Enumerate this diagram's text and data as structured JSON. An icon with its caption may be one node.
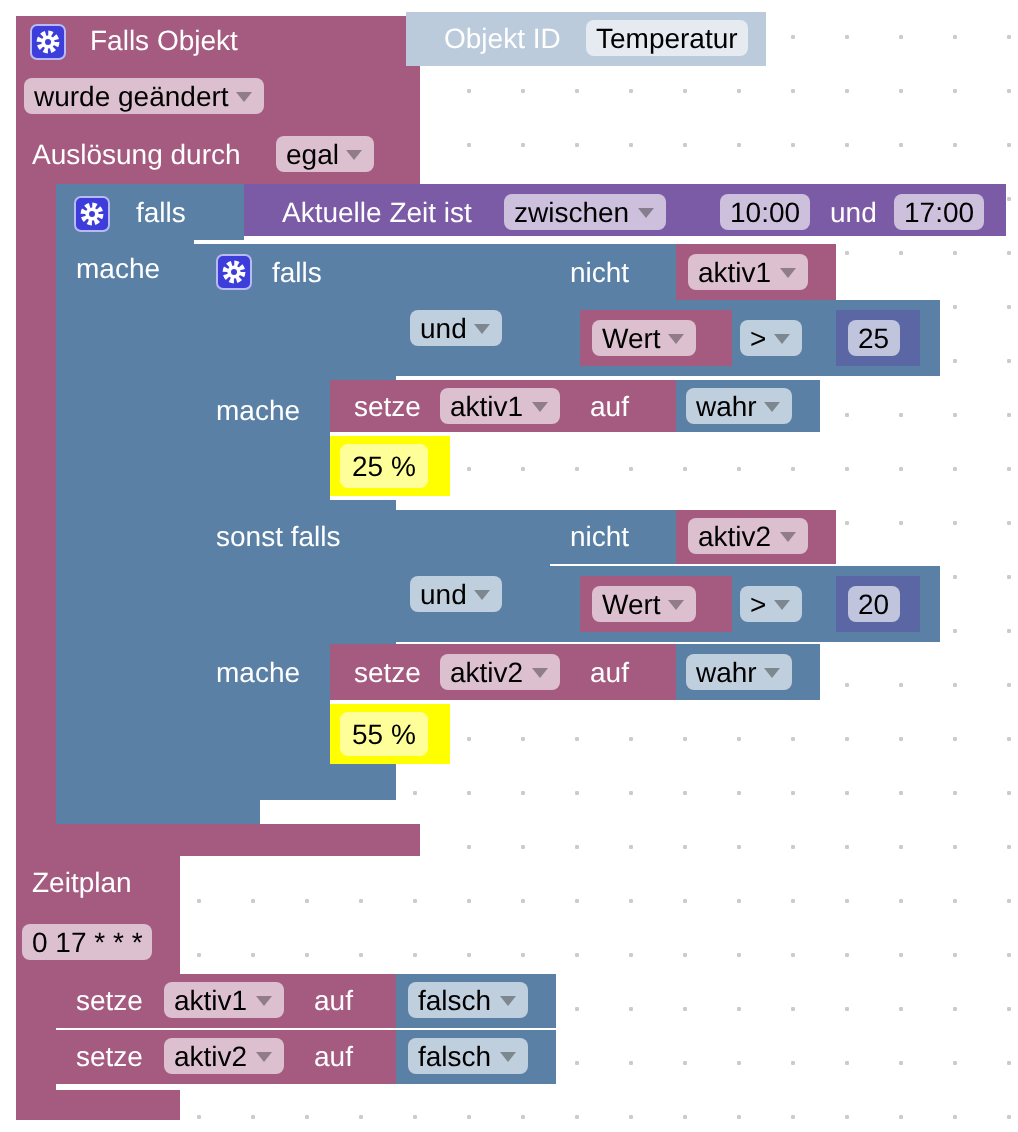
{
  "diagram": {
    "nodes": [
      {
        "text": [
          "Falls Objekt",
          "wurde geändert",
          "Auslösung durch",
          "egal"
        ]
      },
      {
        "text": [
          "Objekt ID",
          "Temperatur"
        ]
      },
      {
        "text": [
          "falls",
          "mache"
        ],
        "in": 0
      },
      {
        "text": [
          "Aktuelle Zeit ist",
          "zwischen",
          "10:00",
          "und",
          "17:00"
        ]
      },
      {
        "text": [
          "falls",
          "mache",
          "sonst falls",
          "mache"
        ],
        "in": 0
      },
      {
        "text": [
          "und"
        ]
      },
      {
        "text": [
          "nicht"
        ]
      },
      {
        "text": [
          "aktiv1"
        ]
      },
      {
        "text": [
          ">"
        ]
      },
      {
        "text": [
          "Wert"
        ],
        "in": 8
      },
      {
        "text": [
          "25"
        ],
        "in": 8
      },
      {
        "text": [
          "setze",
          "aktiv1",
          "auf"
        ]
      },
      {
        "text": [
          "wahr"
        ]
      },
      {
        "text": [
          "25 %"
        ]
      },
      {
        "text": [
          "und"
        ]
      },
      {
        "text": [
          "nicht"
        ]
      },
      {
        "text": [
          "aktiv2"
        ]
      },
      {
        "text": [
          ">"
        ]
      },
      {
        "text": [
          "Wert"
        ],
        "in": 17
      },
      {
        "text": [
          "20"
        ],
        "in": 17
      },
      {
        "text": [
          "setze",
          "aktiv2",
          "auf"
        ]
      },
      {
        "text": [
          "wahr"
        ]
      },
      {
        "text": [
          "55 %"
        ]
      },
      {
        "text": [
          "Zeitplan",
          "0 17 * * *"
        ]
      },
      {
        "text": [
          "setze",
          "aktiv1",
          "auf"
        ]
      },
      {
        "text": [
          "falsch"
        ]
      },
      {
        "text": [
          "setze",
          "aktiv2",
          "auf"
        ]
      },
      {
        "text": [
          "falsch"
        ]
      }
    ]
  }
}
